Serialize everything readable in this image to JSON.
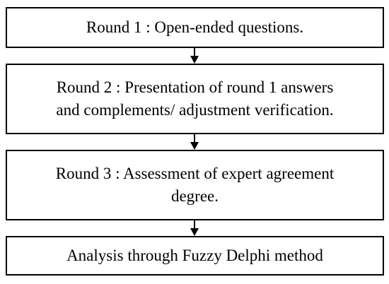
{
  "diagram": {
    "steps": [
      {
        "lines": [
          "Round 1 : Open-ended questions."
        ]
      },
      {
        "lines": [
          "Round 2 : Presentation of round 1 answers",
          "and complements/ adjustment verification."
        ]
      },
      {
        "lines": [
          "Round 3 : Assessment of expert agreement",
          "degree."
        ]
      },
      {
        "lines": [
          "Analysis through Fuzzy Delphi method"
        ]
      }
    ]
  }
}
